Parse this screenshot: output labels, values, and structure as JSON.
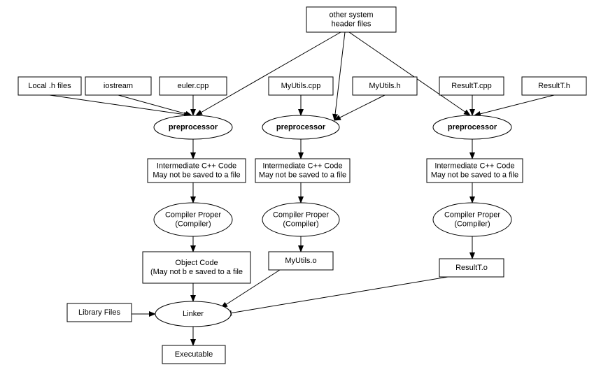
{
  "nodes": {
    "other_headers": {
      "lines": [
        "other system",
        "header files"
      ]
    },
    "local_h": {
      "lines": [
        "Local .h files"
      ]
    },
    "iostream": {
      "lines": [
        "iostream"
      ]
    },
    "euler_cpp": {
      "lines": [
        "euler.cpp"
      ]
    },
    "myutils_cpp": {
      "lines": [
        "MyUtils.cpp"
      ]
    },
    "myutils_h": {
      "lines": [
        "MyUtils.h"
      ]
    },
    "resultt_cpp": {
      "lines": [
        "ResultT.cpp"
      ]
    },
    "resultt_h": {
      "lines": [
        "ResultT.h"
      ]
    },
    "pre1": {
      "lines": [
        "preprocessor"
      ]
    },
    "pre2": {
      "lines": [
        "preprocessor"
      ]
    },
    "pre3": {
      "lines": [
        "preprocessor"
      ]
    },
    "inter1": {
      "lines": [
        "Intermediate C++  Code",
        "May not be saved to a file"
      ]
    },
    "inter2": {
      "lines": [
        "Intermediate C++  Code",
        "May not be saved to a file"
      ]
    },
    "inter3": {
      "lines": [
        "Intermediate C++  Code",
        "May not be saved to a file"
      ]
    },
    "comp1": {
      "lines": [
        "Compiler Proper",
        "(Compiler)"
      ]
    },
    "comp2": {
      "lines": [
        "Compiler Proper",
        "(Compiler)"
      ]
    },
    "comp3": {
      "lines": [
        "Compiler Proper",
        "(Compiler)"
      ]
    },
    "obj1": {
      "lines": [
        "Object Code",
        "(May not b e saved to a file"
      ]
    },
    "obj2": {
      "lines": [
        "MyUtils.o"
      ]
    },
    "obj3": {
      "lines": [
        "ResultT.o"
      ]
    },
    "library": {
      "lines": [
        "Library Files"
      ]
    },
    "linker": {
      "lines": [
        "Linker"
      ]
    },
    "executable": {
      "lines": [
        "Executable"
      ]
    }
  },
  "edges": [
    [
      "other_headers",
      "pre1"
    ],
    [
      "other_headers",
      "pre2"
    ],
    [
      "other_headers",
      "pre3"
    ],
    [
      "local_h",
      "pre1"
    ],
    [
      "iostream",
      "pre1"
    ],
    [
      "euler_cpp",
      "pre1"
    ],
    [
      "myutils_cpp",
      "pre2"
    ],
    [
      "myutils_h",
      "pre2"
    ],
    [
      "resultt_cpp",
      "pre3"
    ],
    [
      "resultt_h",
      "pre3"
    ],
    [
      "pre1",
      "inter1"
    ],
    [
      "pre2",
      "inter2"
    ],
    [
      "pre3",
      "inter3"
    ],
    [
      "inter1",
      "comp1"
    ],
    [
      "inter2",
      "comp2"
    ],
    [
      "inter3",
      "comp3"
    ],
    [
      "comp1",
      "obj1"
    ],
    [
      "comp2",
      "obj2"
    ],
    [
      "comp3",
      "obj3"
    ],
    [
      "obj1",
      "linker"
    ],
    [
      "obj2",
      "linker"
    ],
    [
      "obj3",
      "linker"
    ],
    [
      "library",
      "linker"
    ],
    [
      "linker",
      "executable"
    ]
  ]
}
